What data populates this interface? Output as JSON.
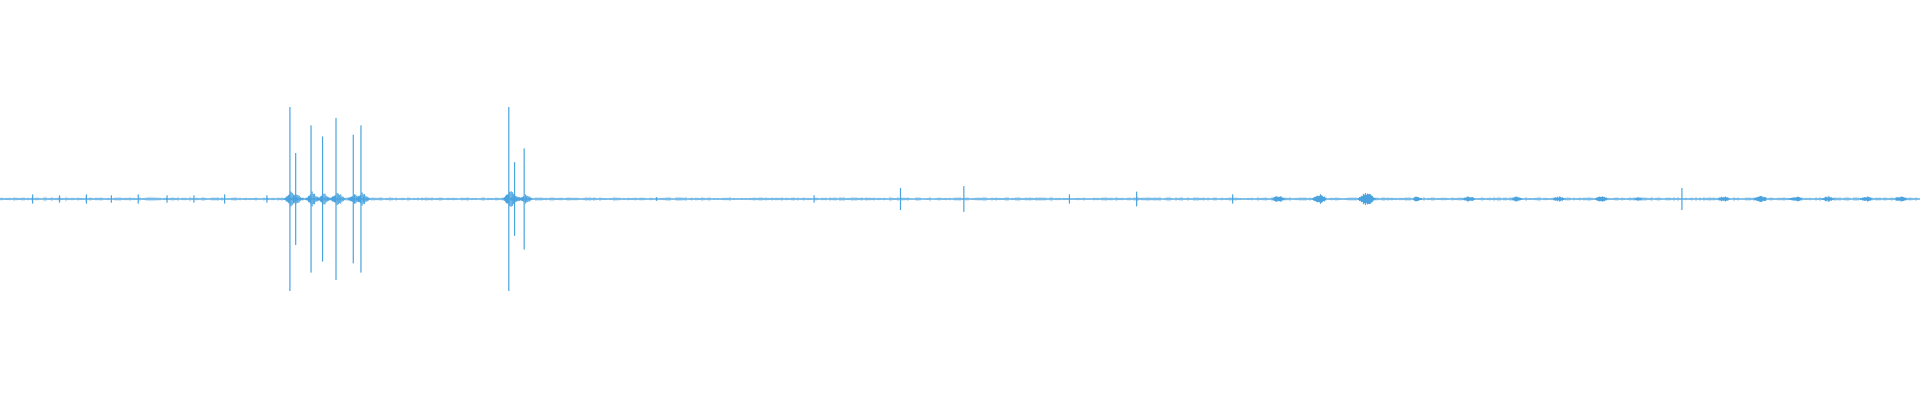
{
  "waveform": {
    "color": "#4aa3df",
    "baseline_amplitude": 0.02,
    "peaks": [
      {
        "t": 0.017,
        "amp": 0.05
      },
      {
        "t": 0.031,
        "amp": 0.04
      },
      {
        "t": 0.045,
        "amp": 0.05
      },
      {
        "t": 0.058,
        "amp": 0.04
      },
      {
        "t": 0.072,
        "amp": 0.05
      },
      {
        "t": 0.087,
        "amp": 0.04
      },
      {
        "t": 0.101,
        "amp": 0.04
      },
      {
        "t": 0.117,
        "amp": 0.05
      },
      {
        "t": 0.139,
        "amp": 0.04
      },
      {
        "t": 0.151,
        "amp": 1.0
      },
      {
        "t": 0.154,
        "amp": 0.5
      },
      {
        "t": 0.162,
        "amp": 0.8
      },
      {
        "t": 0.168,
        "amp": 0.68
      },
      {
        "t": 0.175,
        "amp": 0.88
      },
      {
        "t": 0.184,
        "amp": 0.7
      },
      {
        "t": 0.188,
        "amp": 0.8
      },
      {
        "t": 0.265,
        "amp": 1.0
      },
      {
        "t": 0.268,
        "amp": 0.4
      },
      {
        "t": 0.273,
        "amp": 0.55
      },
      {
        "t": 0.342,
        "amp": 0.02
      },
      {
        "t": 0.424,
        "amp": 0.04
      },
      {
        "t": 0.469,
        "amp": 0.12
      },
      {
        "t": 0.502,
        "amp": 0.14
      },
      {
        "t": 0.557,
        "amp": 0.05
      },
      {
        "t": 0.592,
        "amp": 0.08
      },
      {
        "t": 0.642,
        "amp": 0.05
      },
      {
        "t": 0.876,
        "amp": 0.12
      }
    ],
    "bursts": [
      {
        "t": 0.666,
        "width": 0.008,
        "amp": 0.04
      },
      {
        "t": 0.687,
        "width": 0.008,
        "amp": 0.06
      },
      {
        "t": 0.712,
        "width": 0.01,
        "amp": 0.07
      },
      {
        "t": 0.738,
        "width": 0.006,
        "amp": 0.03
      },
      {
        "t": 0.765,
        "width": 0.008,
        "amp": 0.03
      },
      {
        "t": 0.79,
        "width": 0.006,
        "amp": 0.03
      },
      {
        "t": 0.812,
        "width": 0.008,
        "amp": 0.03
      },
      {
        "t": 0.834,
        "width": 0.008,
        "amp": 0.03
      },
      {
        "t": 0.853,
        "width": 0.006,
        "amp": 0.02
      },
      {
        "t": 0.898,
        "width": 0.008,
        "amp": 0.03
      },
      {
        "t": 0.917,
        "width": 0.008,
        "amp": 0.04
      },
      {
        "t": 0.935,
        "width": 0.008,
        "amp": 0.03
      },
      {
        "t": 0.952,
        "width": 0.008,
        "amp": 0.03
      },
      {
        "t": 0.972,
        "width": 0.008,
        "amp": 0.03
      },
      {
        "t": 0.99,
        "width": 0.008,
        "amp": 0.03
      }
    ]
  }
}
